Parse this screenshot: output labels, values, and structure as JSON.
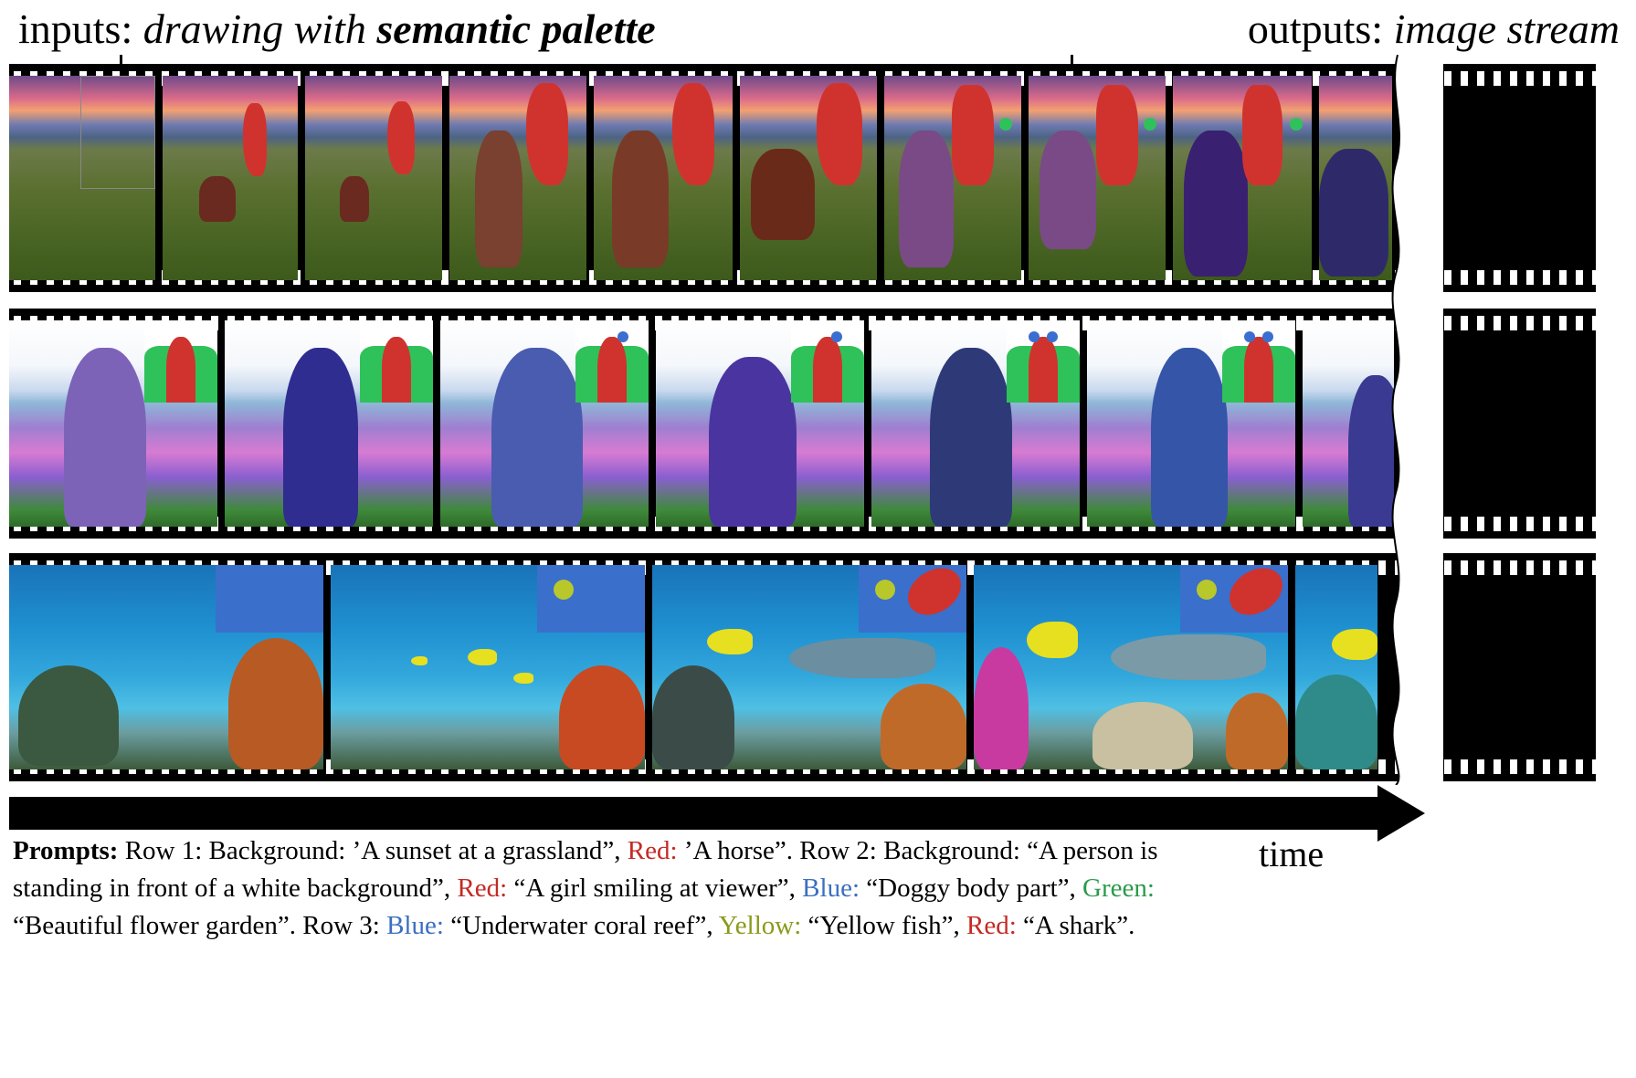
{
  "header": {
    "inputs_label": "inputs:",
    "inputs_italic": "drawing with",
    "inputs_bold": "semantic palette",
    "outputs_label": "outputs:",
    "outputs_italic": "image stream"
  },
  "time_label": "time",
  "caption": {
    "prompts_label": "Prompts:",
    "r1_bg": " Row 1: Background: ’A sunset at a grassland”, ",
    "r1_red_label": "Red:",
    "r1_red": " ’A horse”. Row 2: Background: “A person is standing in front of a white background”, ",
    "r2_red_label": "Red:",
    "r2_red": " “A girl smiling at viewer”, ",
    "r2_blue_label": "Blue:",
    "r2_blue": " “Doggy body part”, ",
    "r2_green_label": "Green:",
    "r2_green": " “Beautiful flower garden”. Row 3: ",
    "r3_blue_label": "Blue:",
    "r3_blue": " “Underwater coral reef”, ",
    "r3_yellow_label": "Yellow:",
    "r3_yellow": " “Yellow fish”, ",
    "r3_red_label": "Red:",
    "r3_red": " “A shark”."
  },
  "palette_colors": {
    "red": "#d0332e",
    "green": "#2fc25a",
    "blue": "#3a6fd0",
    "yellow": "#b8c82a",
    "inset_bg_row3": "#3a6fcc"
  }
}
